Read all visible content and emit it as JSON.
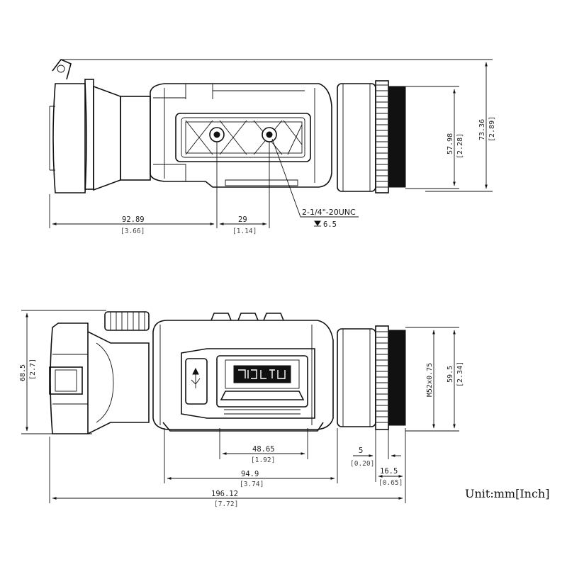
{
  "unit_label": "Unit:mm[Inch]",
  "top_view": {
    "dim_height_1": {
      "mm": "57.98",
      "inch": "[2.28]"
    },
    "dim_height_2": {
      "mm": "73.36",
      "inch": "[2.89]"
    },
    "dim_mount_offset": {
      "mm": "92.89",
      "inch": "[3.66]"
    },
    "dim_hole_spacing": {
      "mm": "29",
      "inch": "[1.14]"
    },
    "thread_label": "2-1/4\"-20UNC",
    "thread_depth": "6.5"
  },
  "side_view": {
    "dim_height": {
      "mm": "68.5",
      "inch": "[2.7]"
    },
    "dim_thread": "M52x0.75",
    "dim_diameter": {
      "mm": "59.5",
      "inch": "[2.34]"
    },
    "dim_rail": {
      "mm": "48.65",
      "inch": "[1.92]"
    },
    "dim_body": {
      "mm": "94.9",
      "inch": "[3.74]"
    },
    "dim_total": {
      "mm": "196.12",
      "inch": "[7.72]"
    },
    "dim_gap": {
      "mm": "5",
      "inch": "[0.20]"
    },
    "dim_ring": {
      "mm": "16.5",
      "inch": "[0.65]"
    }
  }
}
